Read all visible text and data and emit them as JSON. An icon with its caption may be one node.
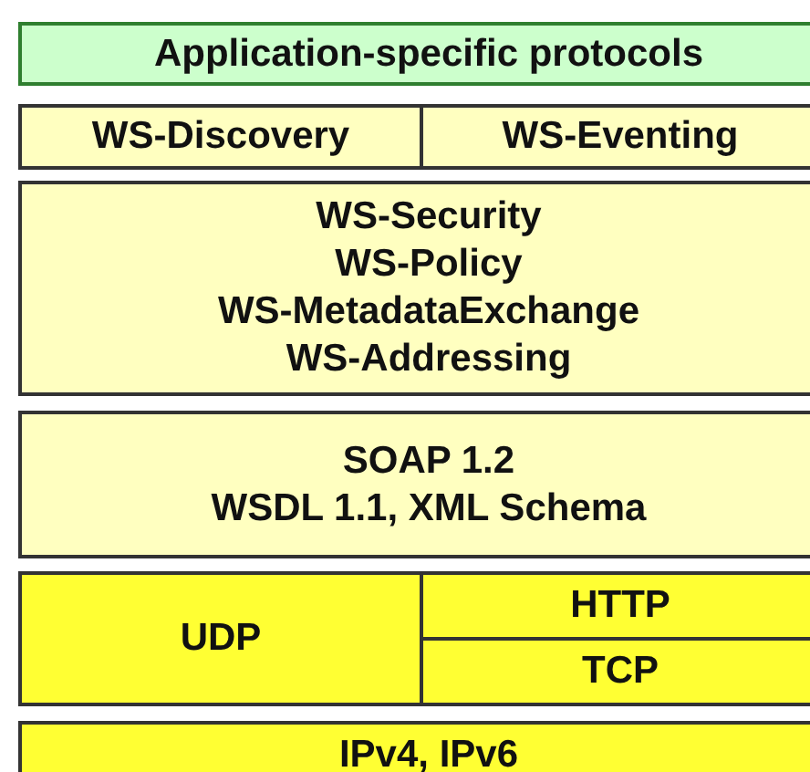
{
  "diagram": {
    "nodes": [
      {
        "text": [
          "Application-specific protocols"
        ]
      },
      {
        "text": [
          "WS-Discovery"
        ]
      },
      {
        "text": [
          "WS-Eventing"
        ]
      },
      {
        "text": [
          "WS-Security",
          "WS-Policy",
          "WS-MetadataExchange",
          "WS-Addressing"
        ]
      },
      {
        "text": [
          "SOAP 1.2",
          "WSDL 1.1, XML Schema"
        ]
      },
      {
        "text": [
          "UDP"
        ]
      },
      {
        "text": [
          "HTTP"
        ]
      },
      {
        "text": [
          "TCP"
        ]
      },
      {
        "text": [
          "IPv4, IPv6"
        ]
      }
    ]
  }
}
